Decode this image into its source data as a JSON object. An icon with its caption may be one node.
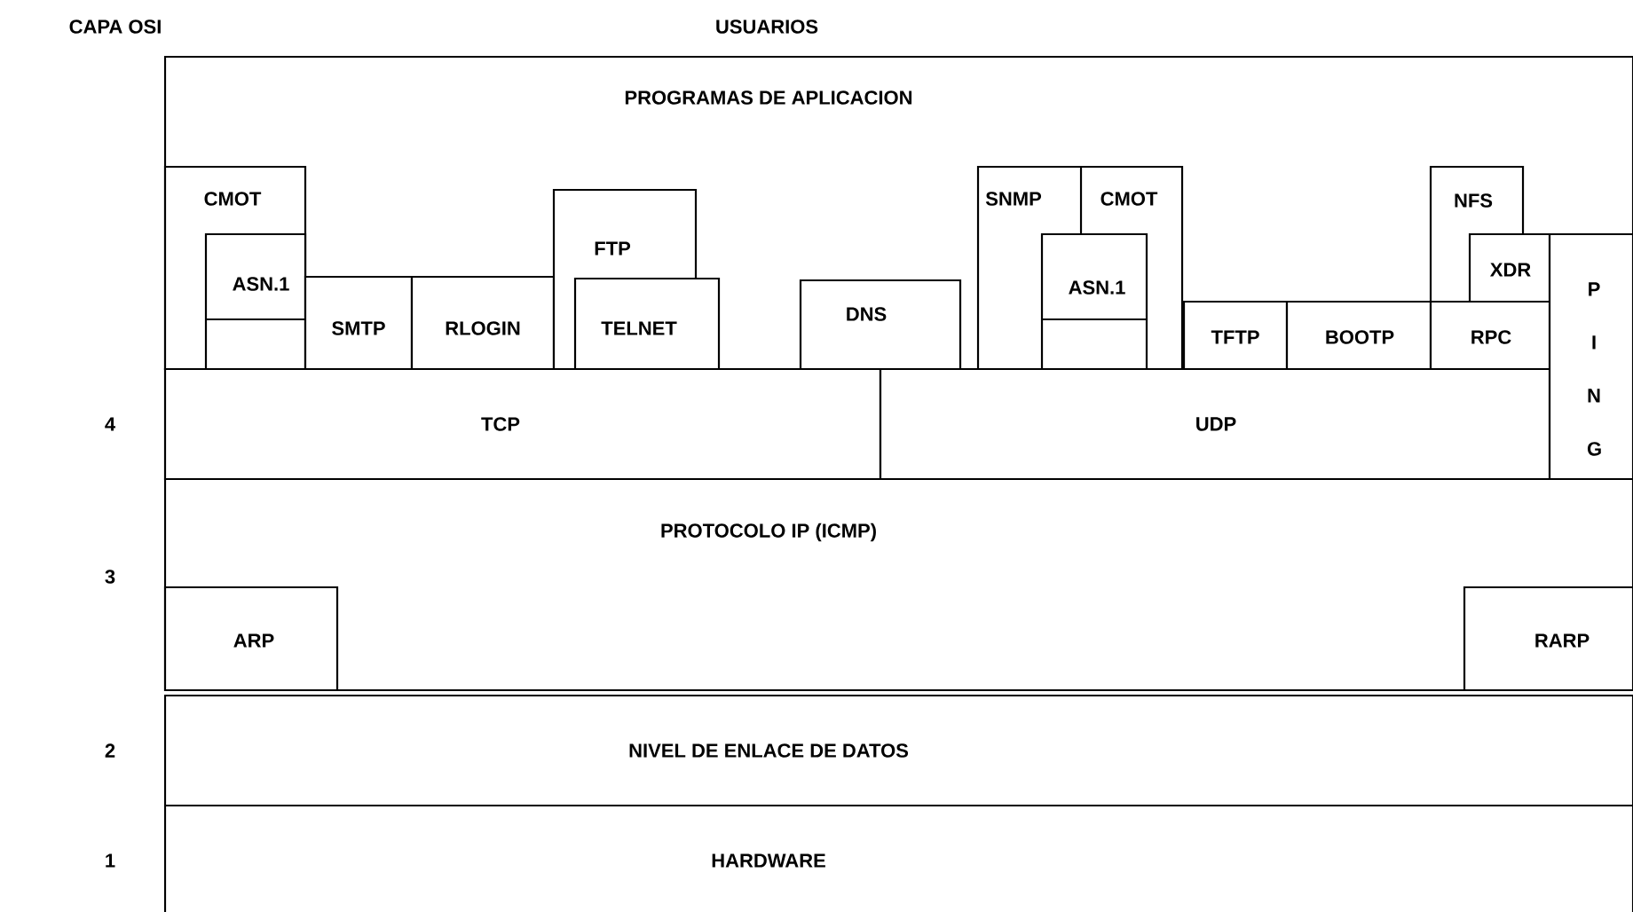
{
  "diagram": {
    "nodes": [
      {
        "text": [
          "PROGRAMAS DE APLICACION"
        ]
      },
      {
        "text": [
          "CMOT"
        ],
        "in": 0
      },
      {
        "text": [
          "ASN.1"
        ],
        "in": 1
      },
      {
        "text": [
          "SMTP"
        ],
        "in": 0
      },
      {
        "text": [
          "RLOGIN"
        ],
        "in": 0
      },
      {
        "text": [
          "FTP"
        ],
        "in": 0
      },
      {
        "text": [
          "TELNET"
        ],
        "in": 0
      },
      {
        "text": [
          "DNS"
        ],
        "in": 0
      },
      {
        "text": [
          "SNMP"
        ],
        "in": 0
      },
      {
        "text": [
          "CMOT"
        ],
        "in": 8
      },
      {
        "text": [
          "ASN.1"
        ],
        "in": 8
      },
      {
        "text": [
          "TFTP"
        ],
        "in": 0
      },
      {
        "text": [
          "BOOTP"
        ],
        "in": 0
      },
      {
        "text": [
          "NFS"
        ],
        "in": 0
      },
      {
        "text": [
          "XDR"
        ],
        "in": 0
      },
      {
        "text": [
          "P I N G"
        ]
      },
      {
        "text": [
          "RPC"
        ],
        "in": 0
      },
      {
        "text": [
          "TCP"
        ]
      },
      {
        "text": [
          "UDP"
        ]
      },
      {
        "text": [
          "PROTOCOLO IP (ICMP)"
        ]
      },
      {
        "text": [
          "ARP"
        ],
        "in": 19
      },
      {
        "text": [
          "RARP"
        ],
        "in": 19
      },
      {
        "text": [
          "NIVEL DE ENLACE DE DATOS"
        ]
      },
      {
        "text": [
          "HARDWARE"
        ]
      }
    ],
    "labels": [
      "CAPA OSI",
      "USUARIOS",
      "4",
      "3",
      "2",
      "1"
    ]
  }
}
